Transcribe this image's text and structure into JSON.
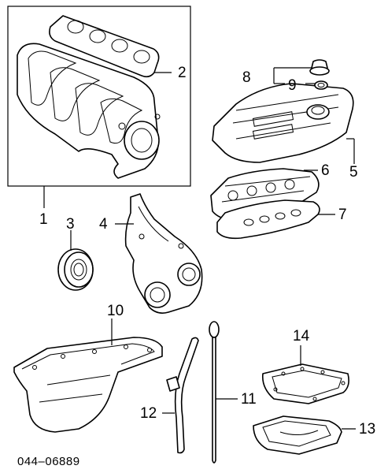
{
  "diagram": {
    "reference_number": "044–06889",
    "callouts": {
      "c1": "1",
      "c2": "2",
      "c3": "3",
      "c4": "4",
      "c5": "5",
      "c6": "6",
      "c7": "7",
      "c8": "8",
      "c9": "9",
      "c10": "10",
      "c11": "11",
      "c12": "12",
      "c13": "13",
      "c14": "14"
    }
  }
}
